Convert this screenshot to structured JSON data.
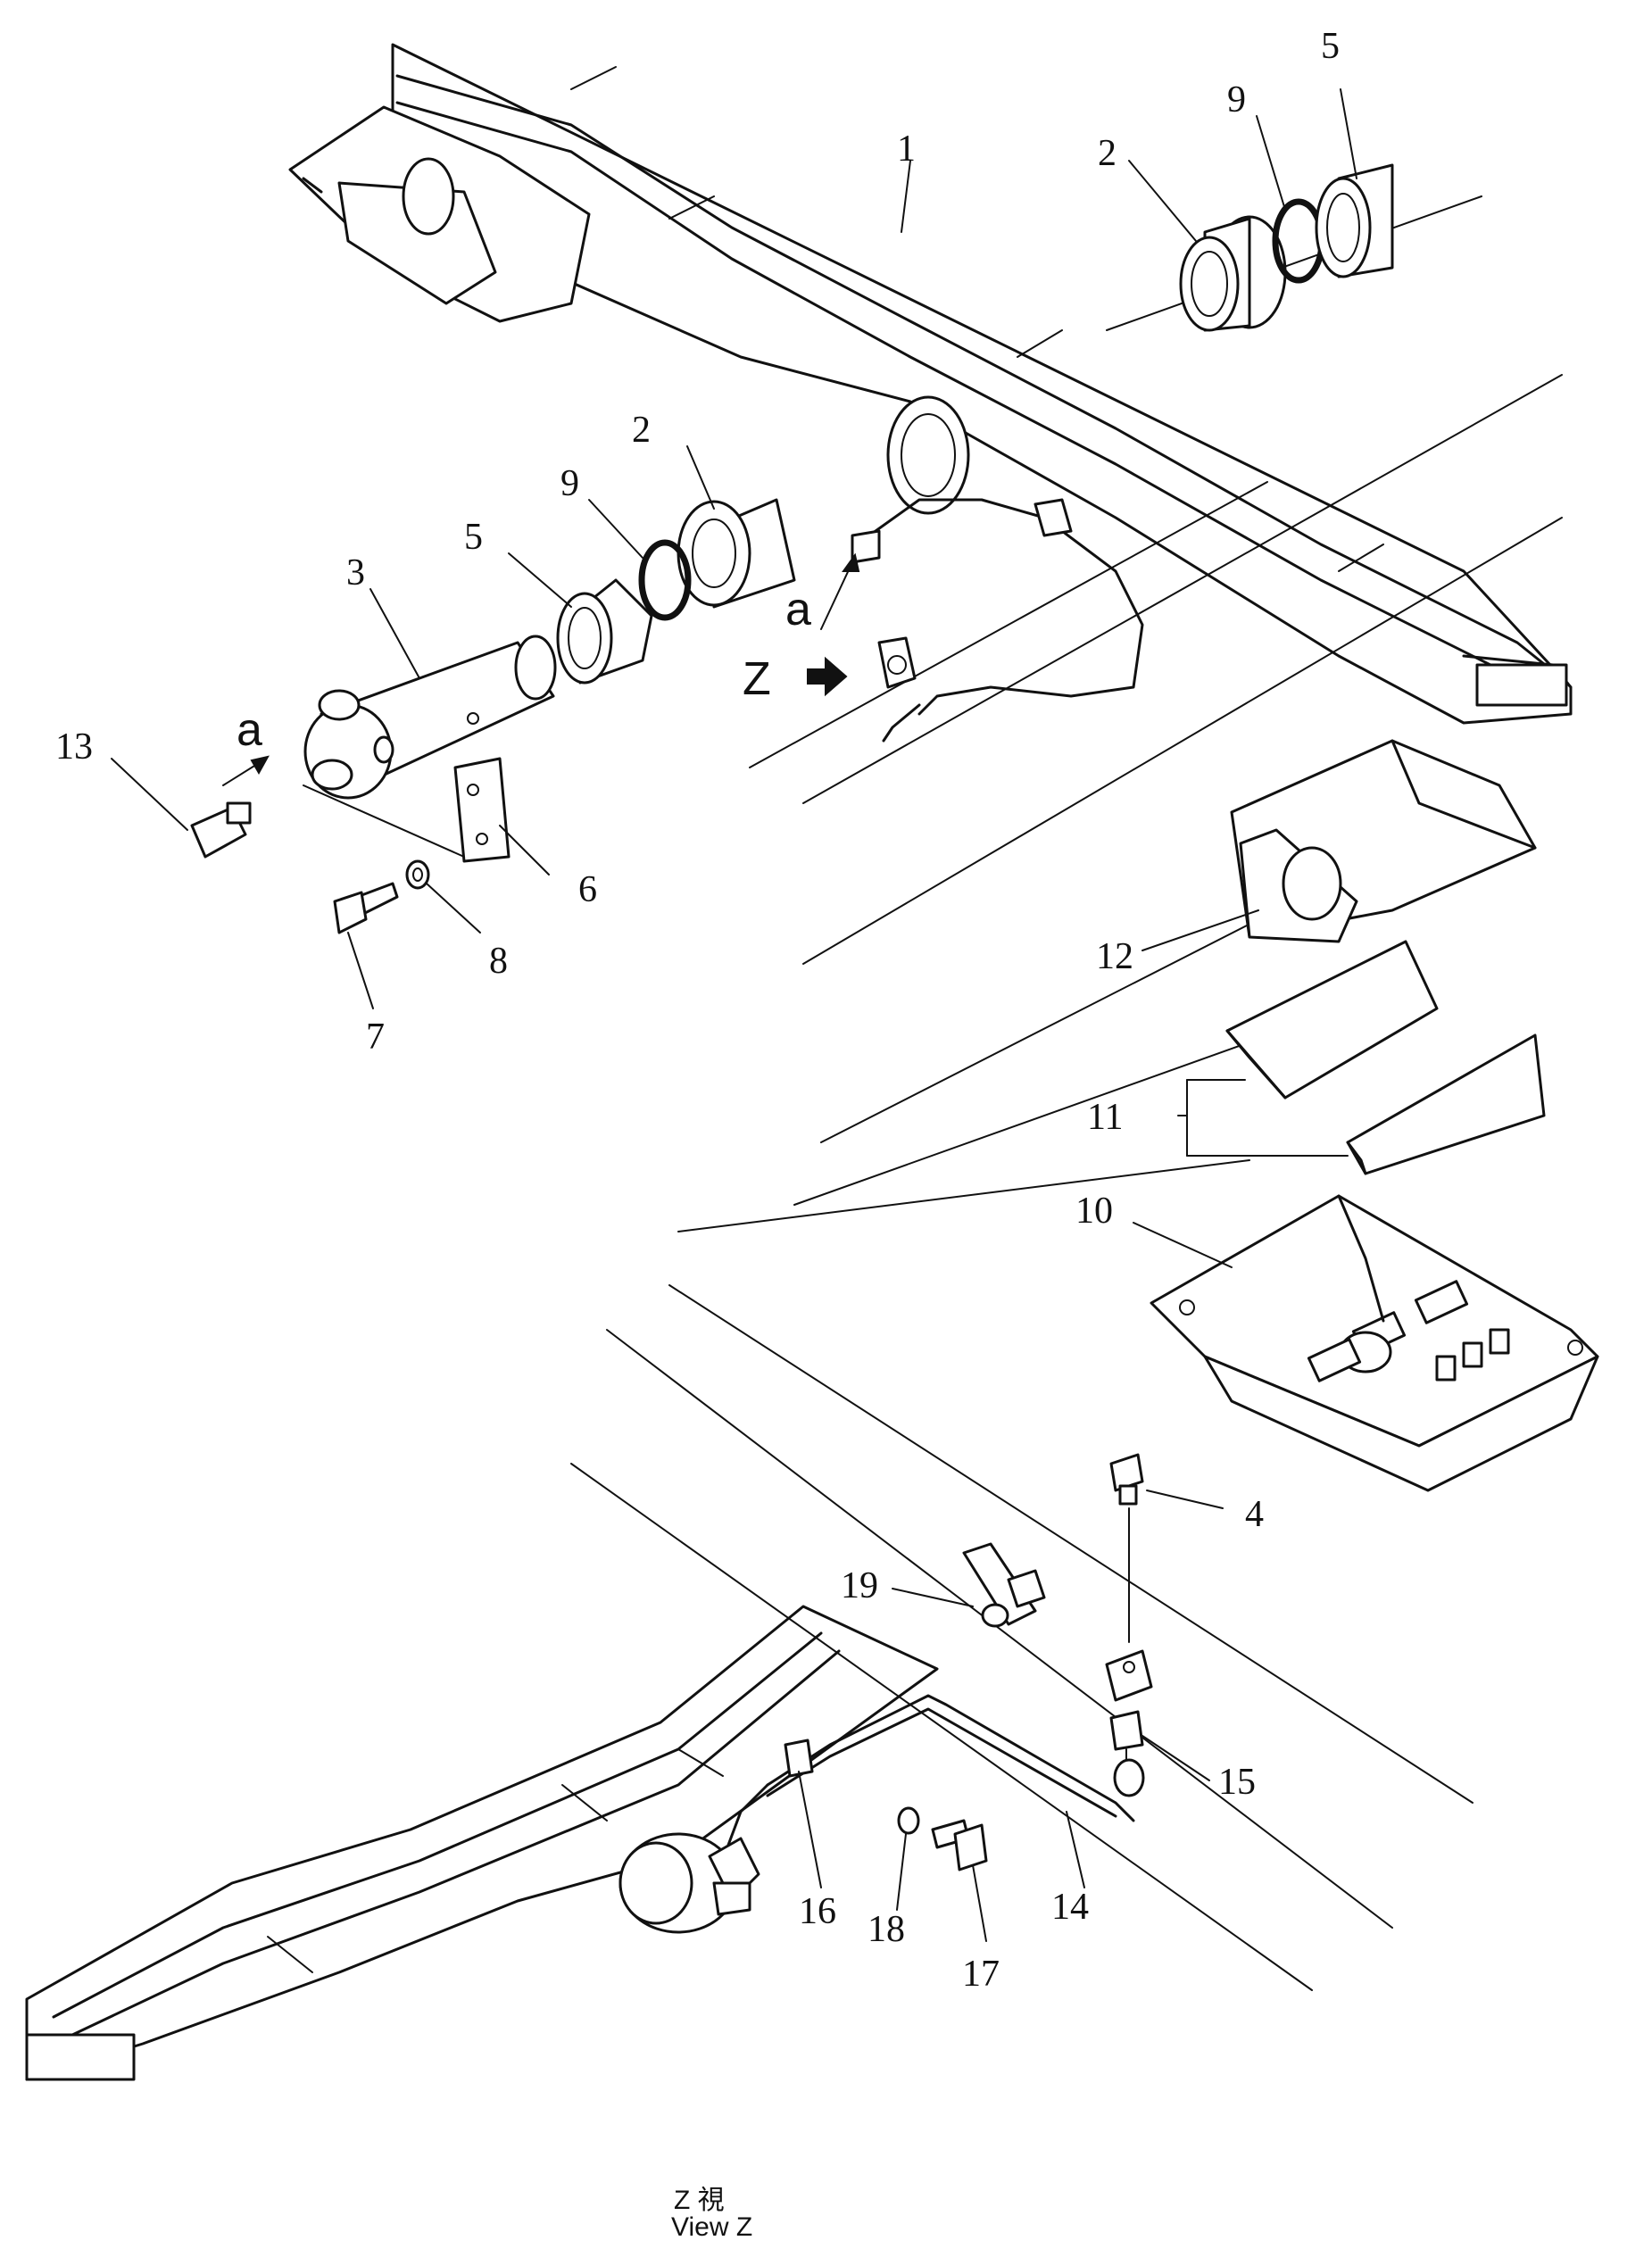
{
  "callouts": [
    {
      "id": "c1",
      "text": "1"
    },
    {
      "id": "c2a",
      "text": "2"
    },
    {
      "id": "c9a",
      "text": "9"
    },
    {
      "id": "c5a",
      "text": "5"
    },
    {
      "id": "c2b",
      "text": "2"
    },
    {
      "id": "c9b",
      "text": "9"
    },
    {
      "id": "c5b",
      "text": "5"
    },
    {
      "id": "c3",
      "text": "3"
    },
    {
      "id": "c13",
      "text": "13"
    },
    {
      "id": "c6",
      "text": "6"
    },
    {
      "id": "c8",
      "text": "8"
    },
    {
      "id": "c7",
      "text": "7"
    },
    {
      "id": "c12",
      "text": "12"
    },
    {
      "id": "c11",
      "text": "11"
    },
    {
      "id": "c10",
      "text": "10"
    },
    {
      "id": "c4",
      "text": "4"
    },
    {
      "id": "c19",
      "text": "19"
    },
    {
      "id": "c15",
      "text": "15"
    },
    {
      "id": "c14",
      "text": "14"
    },
    {
      "id": "c16",
      "text": "16"
    },
    {
      "id": "c18",
      "text": "18"
    },
    {
      "id": "c17",
      "text": "17"
    }
  ],
  "markers": {
    "a_left": "a",
    "a_right": "a",
    "z": "Z"
  },
  "caption": {
    "line1": "Z   視",
    "line2": "View Z"
  }
}
